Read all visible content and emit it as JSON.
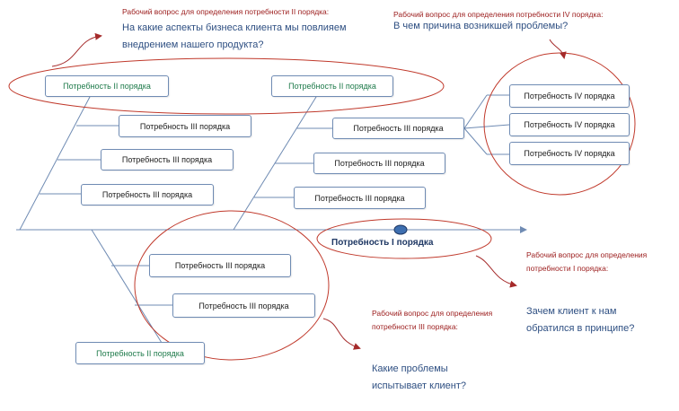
{
  "root": {
    "label": "Потребность I порядка"
  },
  "needs_ii": {
    "top_left": "Потребность II порядка",
    "top_right": "Потребность II порядка",
    "bottom": "Потребность II порядка"
  },
  "needs_iii": {
    "left_1": "Потребность III порядка",
    "left_2": "Потребность III порядка",
    "left_3": "Потребность III порядка",
    "right_1": "Потребность III порядка",
    "right_2": "Потребность III порядка",
    "right_3": "Потребность III порядка",
    "bottom_1": "Потребность III порядка",
    "bottom_2": "Потребность III порядка"
  },
  "needs_iv": {
    "item_1": "Потребность IV порядка",
    "item_2": "Потребность IV порядка",
    "item_3": "Потребность IV порядка"
  },
  "questions": {
    "q2": {
      "label": "Рабочий вопрос для определения потребности II порядка:",
      "text": "На какие аспекты бизнеса клиента мы повлияем внедрением нашего продукта?"
    },
    "q4": {
      "label": "Рабочий вопрос для определения потребности IV порядка:",
      "text": "В чем причина возникшей проблемы?"
    },
    "q1": {
      "label": "Рабочий вопрос для определения потребности I порядка:",
      "text": "Зачем клиент к нам обратился в принципе?"
    },
    "q3": {
      "label": "Рабочий вопрос для определения потребности III порядка:",
      "text": "Какие проблемы испытывает клиент?"
    }
  },
  "colors": {
    "ellipse": "#c0392b",
    "arrow": "#a52a2a",
    "line": "#6f8bb3",
    "question_label": "#9b1b1b",
    "question_text": "#2e4f82",
    "need_ii_text": "#1e7a4a"
  }
}
